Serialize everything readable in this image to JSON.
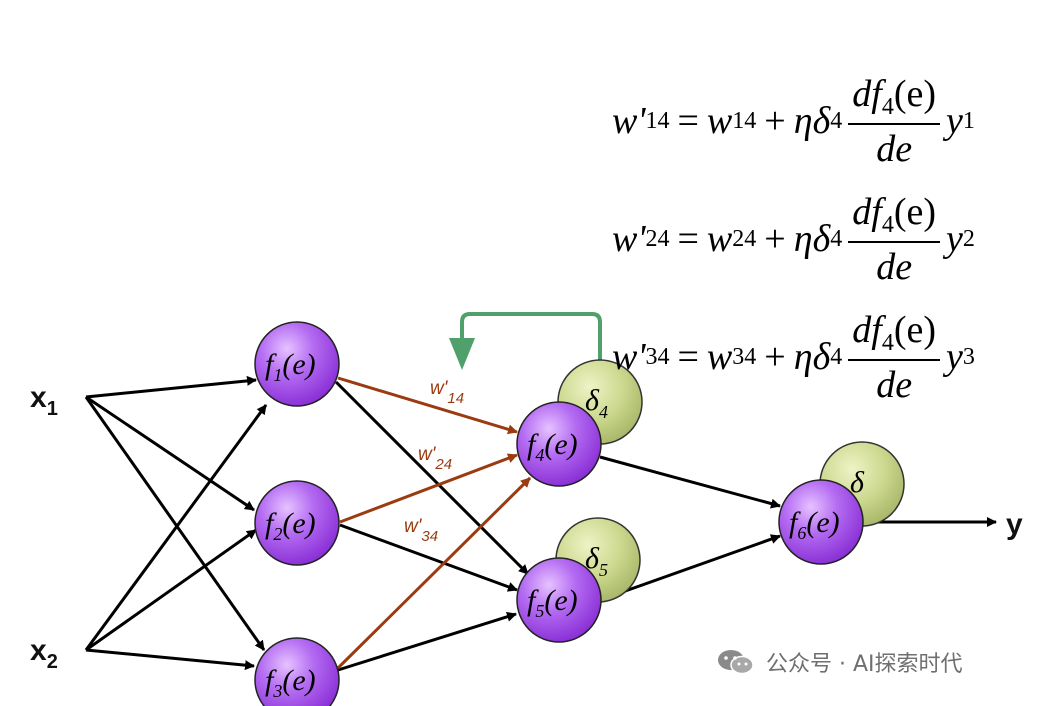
{
  "inputs": [
    {
      "symbol": "x",
      "sub": "1"
    },
    {
      "symbol": "x",
      "sub": "2"
    }
  ],
  "output": "y",
  "neurons": [
    {
      "func": "f",
      "sub": "1",
      "arg": "(e)"
    },
    {
      "func": "f",
      "sub": "2",
      "arg": "(e)"
    },
    {
      "func": "f",
      "sub": "3",
      "arg": "(e)"
    },
    {
      "func": "f",
      "sub": "4",
      "arg": "(e)"
    },
    {
      "func": "f",
      "sub": "5",
      "arg": "(e)"
    },
    {
      "func": "f",
      "sub": "6",
      "arg": "(e)"
    }
  ],
  "deltas": [
    {
      "symbol": "δ",
      "sub": "4"
    },
    {
      "symbol": "δ",
      "sub": "5"
    },
    {
      "symbol": "δ",
      "sub": ""
    }
  ],
  "weight_labels": [
    {
      "symbol": "w'",
      "sub": "14"
    },
    {
      "symbol": "w'",
      "sub": "24"
    },
    {
      "symbol": "w'",
      "sub": "34"
    }
  ],
  "equations": [
    {
      "lhs_w": "w'",
      "lhs_sub": "14",
      "eq": "=",
      "w": "w",
      "w_sub": "14",
      "plus": "+",
      "eta": "η",
      "delta": "δ",
      "delta_sub": "4",
      "num_d": "d",
      "num_f": "f",
      "num_sub": "4",
      "num_arg": "(e)",
      "den": "de",
      "y": "y",
      "y_sub": "1"
    },
    {
      "lhs_w": "w'",
      "lhs_sub": "24",
      "eq": "=",
      "w": "w",
      "w_sub": "24",
      "plus": "+",
      "eta": "η",
      "delta": "δ",
      "delta_sub": "4",
      "num_d": "d",
      "num_f": "f",
      "num_sub": "4",
      "num_arg": "(e)",
      "den": "de",
      "y": "y",
      "y_sub": "2"
    },
    {
      "lhs_w": "w'",
      "lhs_sub": "34",
      "eq": "=",
      "w": "w",
      "w_sub": "34",
      "plus": "+",
      "eta": "η",
      "delta": "δ",
      "delta_sub": "4",
      "num_d": "d",
      "num_f": "f",
      "num_sub": "4",
      "num_arg": "(e)",
      "den": "de",
      "y": "y",
      "y_sub": "3"
    }
  ],
  "watermark": "公众号 · AI探索时代",
  "colors": {
    "neuron_fill": "#a24ce8",
    "delta_fill": "#c6d488",
    "updated_edge": "#9b3b12",
    "feedback_arrow": "#4fa06a",
    "edge": "#000000"
  }
}
